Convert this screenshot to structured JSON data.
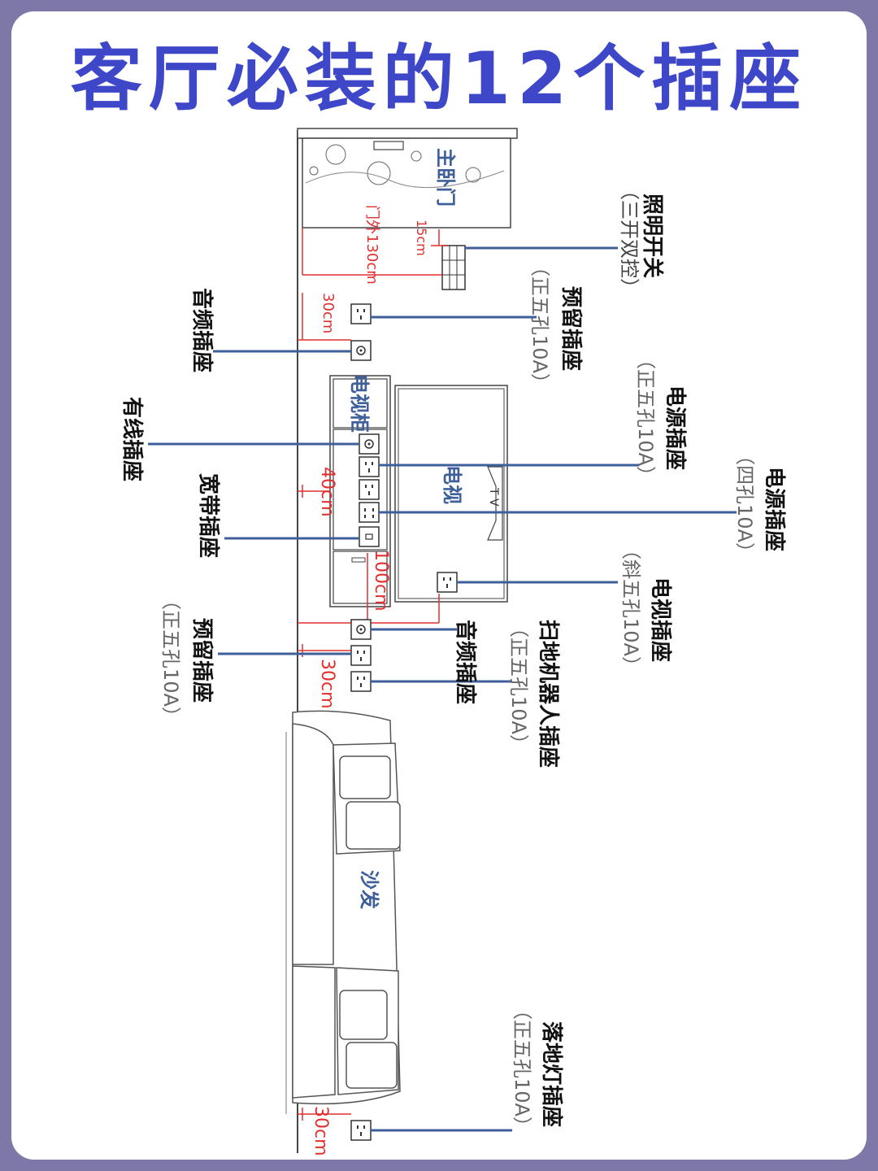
{
  "title": "客厅必装的12个插座",
  "rooms": {
    "door": "主卧门",
    "tv_cabinet": "电视柜",
    "tv": "电视",
    "tv_logo": "T V",
    "sofa": "沙发"
  },
  "dimensions": {
    "door_outside": "门外130cm",
    "switch_offset": "15cm",
    "d1": "30cm",
    "d2": "40cm",
    "d3": "100cm",
    "d4": "30cm",
    "d5": "30cm"
  },
  "labels": {
    "light_switch": "照明开关",
    "light_switch_spec": "（三开双控）",
    "reserved1": "预留插座",
    "reserved1_spec": "（正五孔10A）",
    "audio1": "音频插座",
    "power1": "电源插座",
    "power1_spec": "（正五孔10A）",
    "cable": "有线插座",
    "power2": "电源插座",
    "power2_spec": "（四孔10A）",
    "broadband": "宽带插座",
    "tv_socket": "电视插座",
    "tv_socket_spec": "（斜五孔10A）",
    "audio2": "音频插座",
    "robot": "扫地机器人插座",
    "robot_spec": "（正五孔10A）",
    "reserved2": "预留插座",
    "reserved2_spec": "（正五孔10A）",
    "floor_lamp": "落地灯插座",
    "floor_lamp_spec": "（正五孔10A）"
  },
  "colors": {
    "background": "#7d78a8",
    "title": "#3f47c9",
    "leader_line": "#3f5f9a",
    "dimension": "#e03030",
    "room_label": "#3f5f9a"
  }
}
